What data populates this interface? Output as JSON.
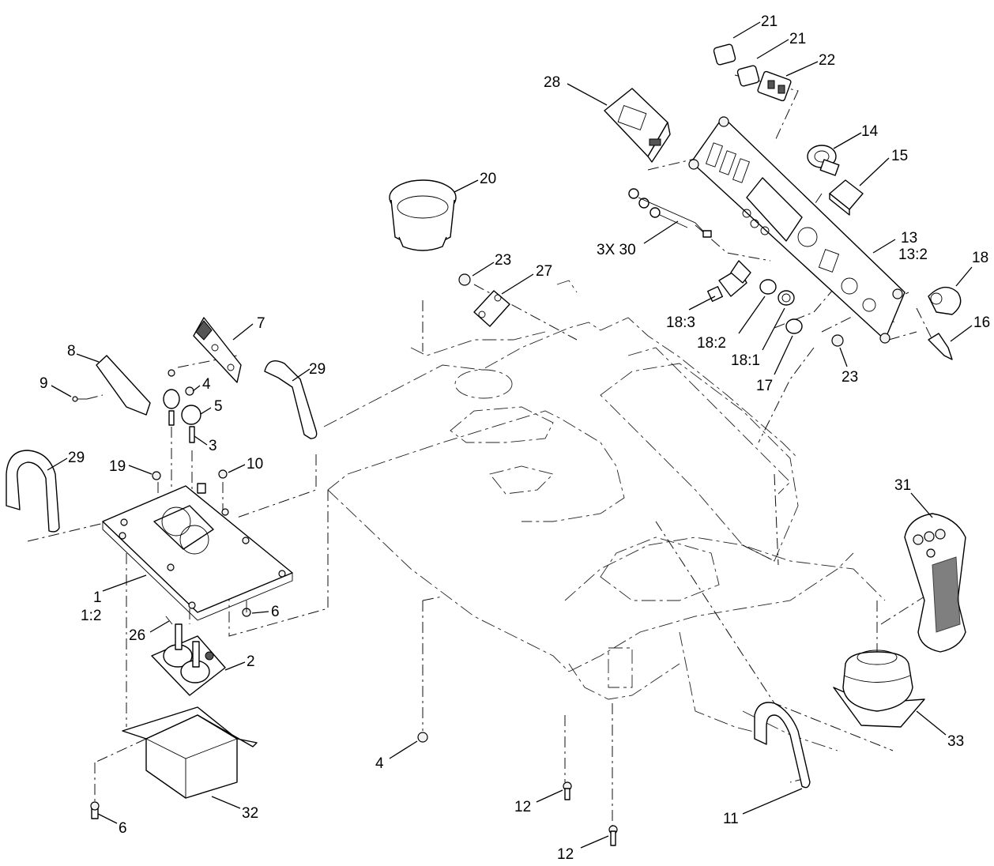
{
  "diagram": {
    "type": "exploded parts diagram",
    "callouts": [
      {
        "id": "c21a",
        "text": "21"
      },
      {
        "id": "c21b",
        "text": "21"
      },
      {
        "id": "c22",
        "text": "22"
      },
      {
        "id": "c28",
        "text": "28"
      },
      {
        "id": "c14",
        "text": "14"
      },
      {
        "id": "c15",
        "text": "15"
      },
      {
        "id": "c20",
        "text": "20"
      },
      {
        "id": "c3x30",
        "text": "3X 30"
      },
      {
        "id": "c13",
        "text": "13"
      },
      {
        "id": "c13_2",
        "text": "13:2"
      },
      {
        "id": "c18",
        "text": "18"
      },
      {
        "id": "c23a",
        "text": "23"
      },
      {
        "id": "c27",
        "text": "27"
      },
      {
        "id": "c18_3",
        "text": "18:3"
      },
      {
        "id": "c18_2",
        "text": "18:2"
      },
      {
        "id": "c18_1",
        "text": "18:1"
      },
      {
        "id": "c16",
        "text": "16"
      },
      {
        "id": "c17",
        "text": "17"
      },
      {
        "id": "c23b",
        "text": "23"
      },
      {
        "id": "c7",
        "text": "7"
      },
      {
        "id": "c8",
        "text": "8"
      },
      {
        "id": "c29a",
        "text": "29"
      },
      {
        "id": "c9",
        "text": "9"
      },
      {
        "id": "c4a",
        "text": "4"
      },
      {
        "id": "c5",
        "text": "5"
      },
      {
        "id": "c3",
        "text": "3"
      },
      {
        "id": "c29b",
        "text": "29"
      },
      {
        "id": "c19",
        "text": "19"
      },
      {
        "id": "c10",
        "text": "10"
      },
      {
        "id": "c31",
        "text": "31"
      },
      {
        "id": "c1",
        "text": "1"
      },
      {
        "id": "c1_2",
        "text": "1:2"
      },
      {
        "id": "c6a",
        "text": "6"
      },
      {
        "id": "c26",
        "text": "26"
      },
      {
        "id": "c2",
        "text": "2"
      },
      {
        "id": "c33",
        "text": "33"
      },
      {
        "id": "c4b",
        "text": "4"
      },
      {
        "id": "c32",
        "text": "32"
      },
      {
        "id": "c12a",
        "text": "12"
      },
      {
        "id": "c11",
        "text": "11"
      },
      {
        "id": "c6b",
        "text": "6"
      },
      {
        "id": "c12b",
        "text": "12"
      }
    ]
  }
}
